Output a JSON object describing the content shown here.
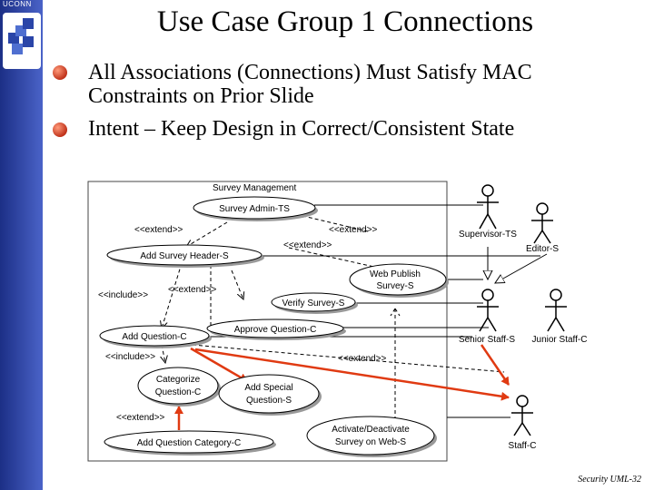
{
  "brand": "UCONN",
  "title": "Use Case Group 1 Connections",
  "bullets": [
    {
      "line1": "All Associations (Connections) Must Satisfy MAC",
      "line2": "Constraints on Prior Slide"
    },
    {
      "line1": "Intent – Keep Design in Correct/Consistent State",
      "line2": ""
    }
  ],
  "footer": "Security UML-32",
  "diagram": {
    "boundary_label": "Survey Management",
    "use_cases": {
      "survey_admin": "Survey Admin-TS",
      "add_survey_header": "Add Survey Header-S",
      "web_publish_1": "Web Publish",
      "web_publish_2": "Survey-S",
      "verify_survey": "Verify Survey-S",
      "approve_question": "Approve Question-C",
      "add_question": "Add Question-C",
      "categorize_1": "Categorize",
      "categorize_2": "Question-C",
      "add_special_1": "Add Special",
      "add_special_2": "Question-S",
      "add_category": "Add Question Category-C",
      "activate_1": "Activate/Deactivate",
      "activate_2": "Survey on Web-S"
    },
    "stereotypes": {
      "extend_1": "<<extend>>",
      "extend_2": "<<extend>>",
      "extend_3": "<<extend>>",
      "include_1": "<<include>>",
      "extend_4": "<<extend>>",
      "include_2": "<<include>>",
      "extend_5": "<<extend>>",
      "extend_6": "<<extend>>"
    },
    "actors": {
      "supervisor": "Supervisor-TS",
      "editor": "Editor-S",
      "senior_staff": "Senior Staff-S",
      "junior_staff": "Junior Staff-C",
      "staff": "Staff-C"
    },
    "highlight_color": "#e03a12"
  }
}
